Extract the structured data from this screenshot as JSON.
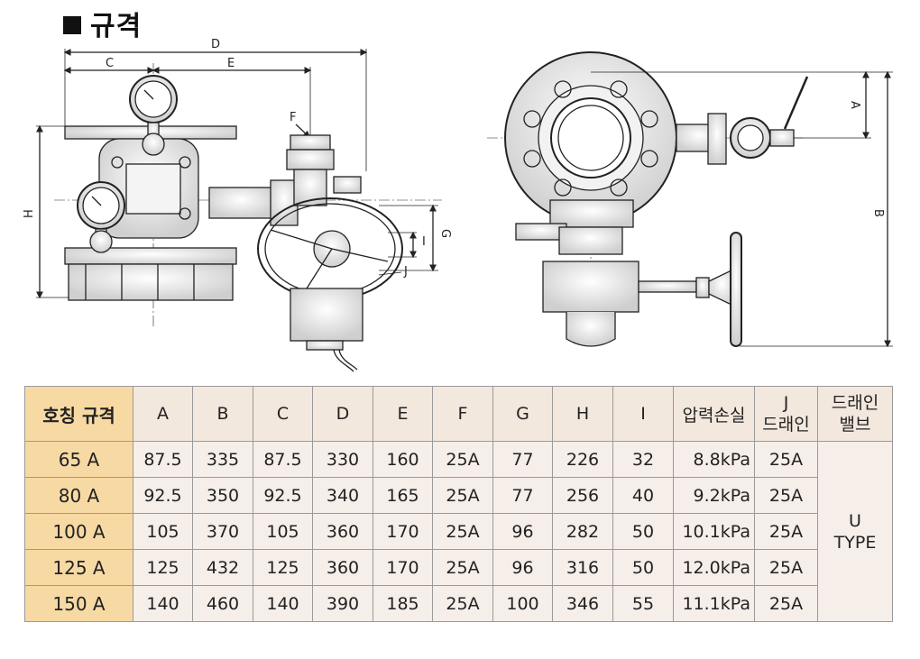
{
  "section_title": "규격",
  "drawing_labels": {
    "C": "C",
    "D": "D",
    "E": "E",
    "F": "F",
    "H": "H",
    "I": "I",
    "G": "G",
    "J": "J",
    "A": "A",
    "B": "B"
  },
  "table": {
    "header": {
      "name": "호칭 규격",
      "cols": [
        "A",
        "B",
        "C",
        "D",
        "E",
        "F",
        "G",
        "H",
        "I",
        "압력손실"
      ],
      "j_line1": "J",
      "j_line2": "드래인",
      "last_line1": "드래인",
      "last_line2": "밸브"
    },
    "rows": [
      {
        "name": "65 A",
        "cells": [
          "87.5",
          "335",
          "87.5",
          "330",
          "160",
          "25A",
          "77",
          "226",
          "32",
          "8.8kPa",
          "25A"
        ]
      },
      {
        "name": "80 A",
        "cells": [
          "92.5",
          "350",
          "92.5",
          "340",
          "165",
          "25A",
          "77",
          "256",
          "40",
          "9.2kPa",
          "25A"
        ]
      },
      {
        "name": "100 A",
        "cells": [
          "105",
          "370",
          "105",
          "360",
          "170",
          "25A",
          "96",
          "282",
          "50",
          "10.1kPa",
          "25A"
        ]
      },
      {
        "name": "125 A",
        "cells": [
          "125",
          "432",
          "125",
          "360",
          "170",
          "25A",
          "96",
          "316",
          "50",
          "12.0kPa",
          "25A"
        ]
      },
      {
        "name": "150 A",
        "cells": [
          "140",
          "460",
          "140",
          "390",
          "185",
          "25A",
          "100",
          "346",
          "55",
          "11.1kPa",
          "25A"
        ]
      }
    ],
    "merged_line1": "U",
    "merged_line2": "TYPE"
  }
}
